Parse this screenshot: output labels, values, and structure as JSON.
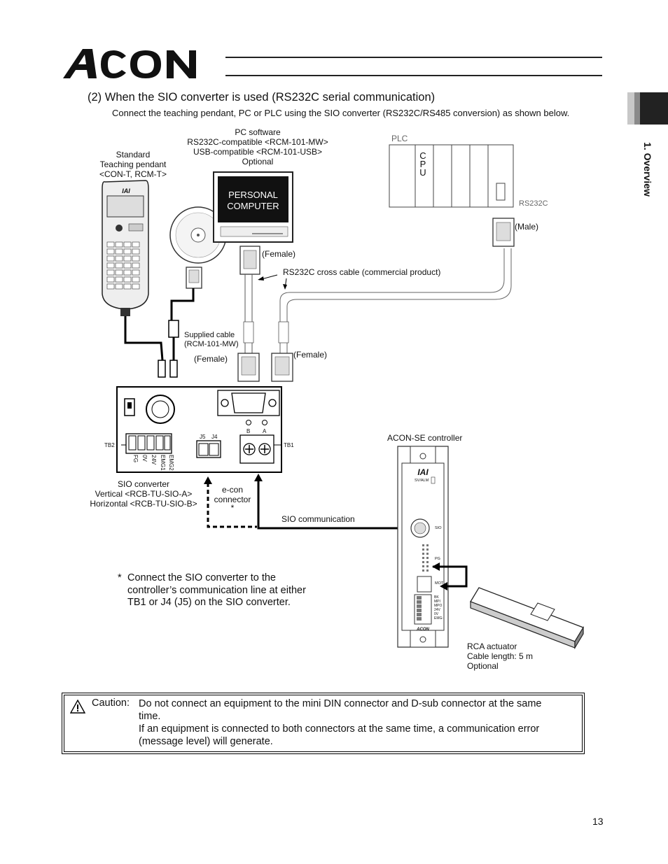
{
  "header": {
    "logo_text": "ACON"
  },
  "section": {
    "heading": "(2)   When the SIO converter is used (RS232C serial communication)",
    "intro": "Connect the teaching pendant, PC or PLC using the SIO converter (RS232C/RS485 conversion) as shown below."
  },
  "side_tab": {
    "label": "1. Overview"
  },
  "diagram": {
    "pendant": {
      "line1": "Standard",
      "line2": "Teaching pendant",
      "line3": "<CON-T, RCM-T>",
      "brand": "IAI"
    },
    "pc_software": {
      "line1": "PC software",
      "line2": "RS232C-compatible <RCM-101-MW>",
      "line3": "USB-compatible <RCM-101-USB>",
      "line4": "Optional"
    },
    "computer": {
      "line1": "PERSONAL",
      "line2": "COMPUTER"
    },
    "plc": {
      "label": "PLC",
      "cpu_c": "C",
      "cpu_p": "P",
      "cpu_u": "U",
      "port": "RS232C"
    },
    "male_label": "(Male)",
    "female_pc": "(Female)",
    "cross_cable": "RS232C cross cable (commercial product)",
    "supplied_cable": {
      "line1": "Supplied cable",
      "line2": "(RCM-101-MW)"
    },
    "female_left": "(Female)",
    "female_right": "(Female)",
    "sio_board": {
      "tb2": "TB2",
      "tb1": "TB1",
      "j5": "J5",
      "j4": "J4",
      "b": "B",
      "a": "A",
      "pins": [
        "FG",
        "0V",
        "24V",
        "EMG1",
        "EMG2"
      ]
    },
    "sio_converter": {
      "line1": "SIO converter",
      "line2": "Vertical <RCB-TU-SIO-A>",
      "line3": "Horizontal <RCB-TU-SIO-B>"
    },
    "econ": {
      "line1": "e-con",
      "line2": "connector",
      "line3": "*"
    },
    "sio_comm": "SIO communication",
    "controller": {
      "title": "ACON-SE controller",
      "brand": "IAI",
      "sv_alm": "SV/ALM",
      "sio": "SIO",
      "pg": "PG",
      "mot": "MOT",
      "terms": [
        "BK",
        "MPI",
        "MPO",
        "24V",
        "0V",
        "EMG-"
      ],
      "footer": "ACON"
    },
    "actuator": {
      "line1": "RCA actuator",
      "line2": "Cable length: 5 m",
      "line3": "Optional"
    }
  },
  "note": {
    "star": "*",
    "line1": "Connect the SIO converter to the",
    "line2": "controller’s communication line at either",
    "line3": "TB1 or J4 (J5) on the SIO converter."
  },
  "caution": {
    "lead": "Caution:",
    "line1": "Do not connect an equipment to the mini DIN connector and D-sub connector at the same",
    "line2": "time.",
    "line3": "If an equipment is connected to both connectors at the same time, a communication error",
    "line4": "(message level) will generate."
  },
  "page_number": "13"
}
